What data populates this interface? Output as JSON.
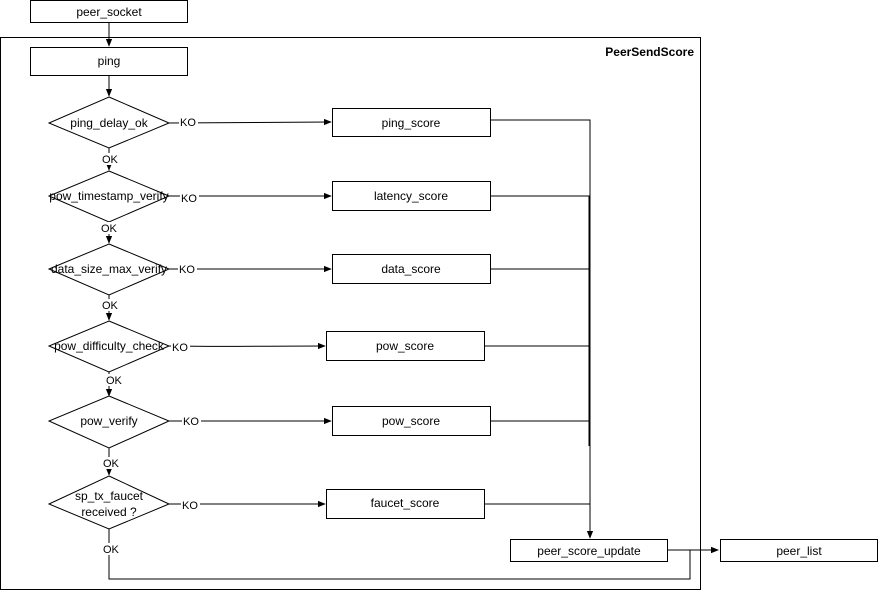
{
  "diagram": {
    "group_title": "PeerSendScore",
    "nodes": {
      "peer_socket": "peer_socket",
      "ping": "ping",
      "ping_delay_ok": "ping_delay_ok",
      "pow_timestamp_verify": "pow_timestamp_verify",
      "data_size_max_verify": "data_size_max_verify",
      "pow_difficulty_check": "pow_difficulty_check",
      "pow_verify": "pow_verify",
      "sp_tx_faucet_line1": "sp_tx_faucet",
      "sp_tx_faucet_line2": "received ?",
      "ping_score": "ping_score",
      "latency_score": "latency_score",
      "data_score": "data_score",
      "pow_score_1": "pow_score",
      "pow_score_2": "pow_score",
      "faucet_score": "faucet_score",
      "peer_score_update": "peer_score_update",
      "peer_list": "peer_list"
    },
    "edge_labels": {
      "ko": "KO",
      "ok": "OK"
    },
    "colors": {
      "stroke": "#000000",
      "fill": "#ffffff"
    }
  }
}
